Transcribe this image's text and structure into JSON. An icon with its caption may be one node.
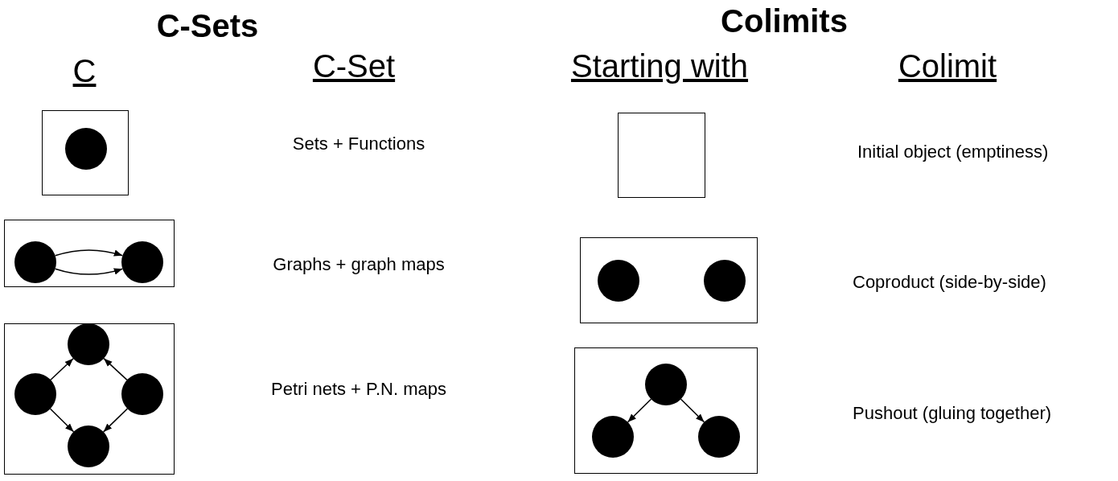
{
  "diagram": {
    "nodes": [
      {
        "text": [],
        "shape": "box"
      },
      {
        "text": [],
        "shape": "circle",
        "in": 0
      },
      {
        "text": [],
        "shape": "box"
      },
      {
        "text": [],
        "shape": "circle",
        "in": 2
      },
      {
        "text": [],
        "shape": "circle",
        "in": 2
      },
      {
        "text": [],
        "shape": "box"
      },
      {
        "text": [],
        "shape": "circle",
        "in": 5
      },
      {
        "text": [],
        "shape": "circle",
        "in": 5
      },
      {
        "text": [],
        "shape": "circle",
        "in": 5
      },
      {
        "text": [],
        "shape": "circle",
        "in": 5
      },
      {
        "text": [],
        "shape": "box"
      },
      {
        "text": [],
        "shape": "box"
      },
      {
        "text": [],
        "shape": "circle",
        "in": 11
      },
      {
        "text": [],
        "shape": "circle",
        "in": 11
      },
      {
        "text": [],
        "shape": "box"
      },
      {
        "text": [],
        "shape": "circle",
        "in": 14
      },
      {
        "text": [],
        "shape": "circle",
        "in": 14
      },
      {
        "text": [],
        "shape": "circle",
        "in": 14
      }
    ],
    "edges": [
      {
        "from": 3,
        "to": 4,
        "arrow": "to"
      },
      {
        "from": 3,
        "to": 4,
        "arrow": "to"
      },
      {
        "from": 7,
        "to": 6,
        "arrow": "to"
      },
      {
        "from": 8,
        "to": 6,
        "arrow": "to"
      },
      {
        "from": 7,
        "to": 9,
        "arrow": "to"
      },
      {
        "from": 8,
        "to": 9,
        "arrow": "to"
      },
      {
        "from": 15,
        "to": 16,
        "arrow": "to"
      },
      {
        "from": 15,
        "to": 17,
        "arrow": "to"
      }
    ],
    "labels": [
      "C-Sets",
      "Colimits",
      "C",
      "C-Set",
      "Starting with",
      "Colimit",
      "Sets + Functions",
      "Initial object (emptiness)",
      "Graphs + graph maps",
      "Coproduct (side-by-side)",
      "Petri nets + P.N. maps",
      "Pushout (gluing together)"
    ]
  }
}
